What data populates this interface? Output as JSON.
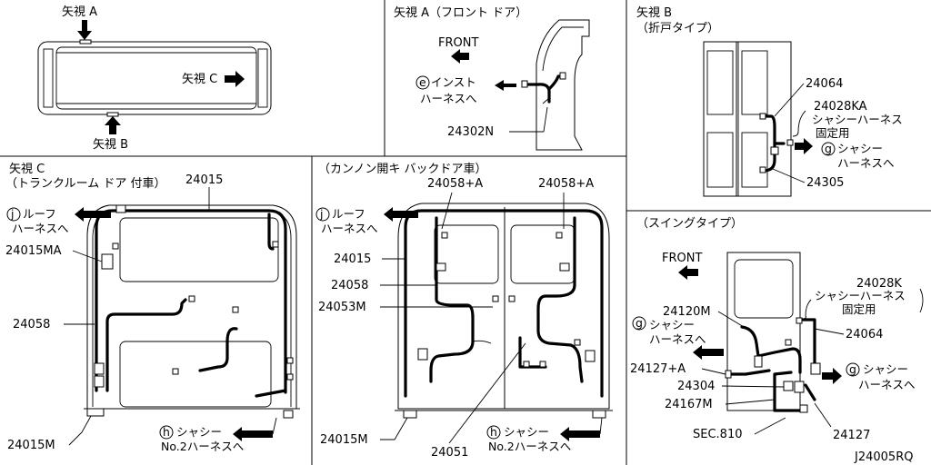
{
  "panels": {
    "top_view": {
      "arrow_a": "矢視 A",
      "arrow_b": "矢視 B",
      "arrow_c": "矢視 C"
    },
    "view_a": {
      "title": "矢視 A（フロント ドア）",
      "front": "FRONT",
      "mark": "e",
      "conn_line1": "インスト",
      "conn_line2": "ハーネスへ",
      "part": "24302N"
    },
    "view_b": {
      "title_line1": "矢視 B",
      "title_line2": "（折戸タイプ）",
      "part_a": "24064",
      "part_b": "24028KA",
      "note_line1": "シャシーハーネス",
      "note_line2": "固定用",
      "mark": "g",
      "conn_line1": "シャシー",
      "conn_line2": "ハーネスへ",
      "part_c": "24305"
    },
    "view_c": {
      "title_line1": "矢視 C",
      "title_line2": "（トランクルーム ドア 付車）",
      "part_top": "24015",
      "mark_j": "j",
      "roof_line1": "ルーフ",
      "roof_line2": "ハーネスへ",
      "part_ma": "24015MA",
      "part_58": "24058",
      "part_m": "24015M",
      "mark_h": "h",
      "chassis_line1": "シャシー",
      "chassis_line2": "No.2ハーネスへ"
    },
    "kannon": {
      "title": "（カンノン開キ バックドア車）",
      "part_58a_l": "24058+A",
      "part_58a_r": "24058+A",
      "mark_j": "j",
      "roof_line1": "ルーフ",
      "roof_line2": "ハーネスへ",
      "part_15": "24015",
      "part_58": "24058",
      "part_53m": "24053M",
      "part_15m": "24015M",
      "part_51": "24051",
      "mark_h": "h",
      "chassis_line1": "シャシー",
      "chassis_line2": "No.2ハーネスへ"
    },
    "swing": {
      "title": "（スイングタイプ）",
      "front": "FRONT",
      "part_120m": "24120M",
      "mark_g1": "g",
      "conn1_line1": "シャシー",
      "conn1_line2": "ハーネスへ",
      "part_127a": "24127+A",
      "part_304": "24304",
      "part_167m": "24167M",
      "sec": "SEC.810",
      "part_28k": "24028K",
      "note_line1": "シャシーハーネス",
      "note_line2": "固定用",
      "part_064": "24064",
      "mark_g2": "g",
      "conn2_line1": "シャシー",
      "conn2_line2": "ハーネスへ",
      "part_127": "24127"
    }
  },
  "drawing_code": "J24005RQ"
}
